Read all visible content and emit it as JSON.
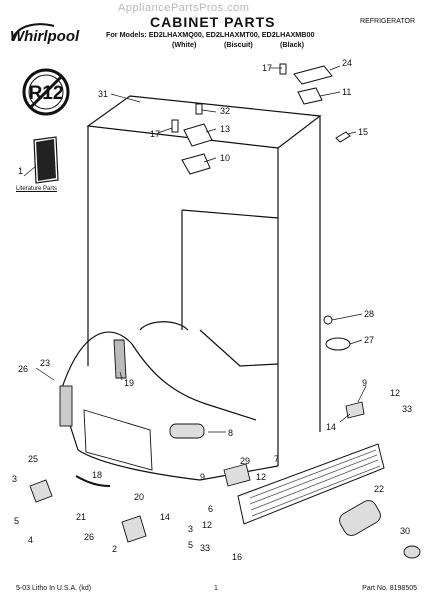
{
  "watermark": "AppliancePartsPros.com",
  "brand": "Whirlpool",
  "title": "CABINET PARTS",
  "category": "REFRIGERATOR",
  "models_line": "For Models: ED2LHAXMQ00, ED2LHAXMT00, ED2LHAXMB00",
  "variants": [
    "(White)",
    "(Biscuit)",
    "(Black)"
  ],
  "literature_label": "Literature Parts",
  "badge_text": "R12",
  "footer": {
    "left": "5-03 Litho In U.S.A. (kd)",
    "center": "1",
    "right": "Part No. 8198505"
  },
  "callouts": [
    "1",
    "2",
    "3",
    "4",
    "5",
    "6",
    "7",
    "8",
    "9",
    "10",
    "11",
    "12",
    "13",
    "14",
    "15",
    "16",
    "17",
    "18",
    "19",
    "20",
    "21",
    "22",
    "23",
    "24",
    "25",
    "26",
    "27",
    "28",
    "29",
    "30",
    "31",
    "32",
    "33"
  ],
  "colors": {
    "ink": "#111111",
    "watermark": "#b9b9b9"
  }
}
